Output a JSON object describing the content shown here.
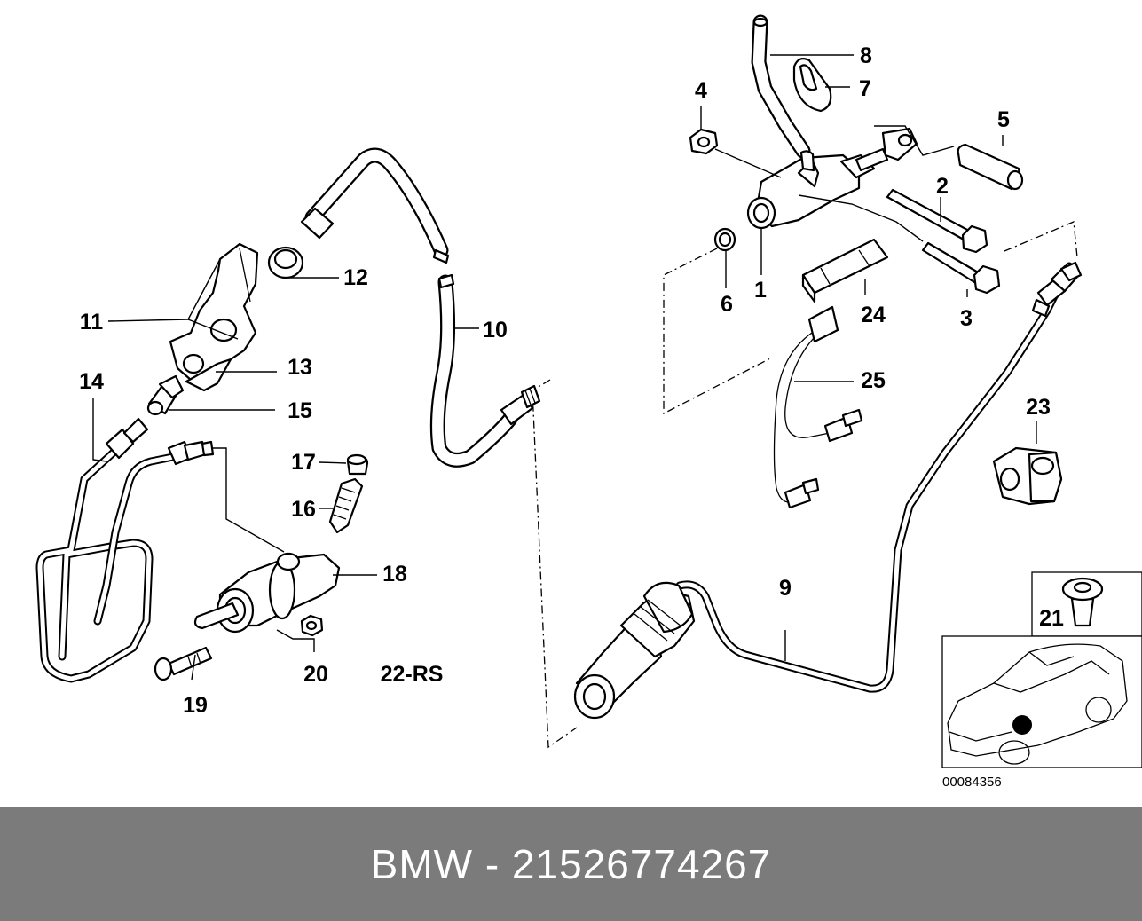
{
  "diagram": {
    "reference_number": "00084356",
    "callouts": {
      "p1": "1",
      "p2": "2",
      "p3": "3",
      "p4": "4",
      "p5": "5",
      "p6": "6",
      "p7": "7",
      "p8": "8",
      "p9": "9",
      "p10": "10",
      "p11": "11",
      "p12": "12",
      "p13": "13",
      "p14": "14",
      "p15": "15",
      "p16": "16",
      "p17": "17",
      "p18": "18",
      "p19": "19",
      "p20": "20",
      "p21": "21",
      "p22": "22-RS",
      "p23": "23",
      "p24": "24",
      "p25": "25"
    }
  },
  "banner": {
    "text": "BMW - 21526774267",
    "background": "#7b7b7b",
    "color": "#ffffff"
  }
}
